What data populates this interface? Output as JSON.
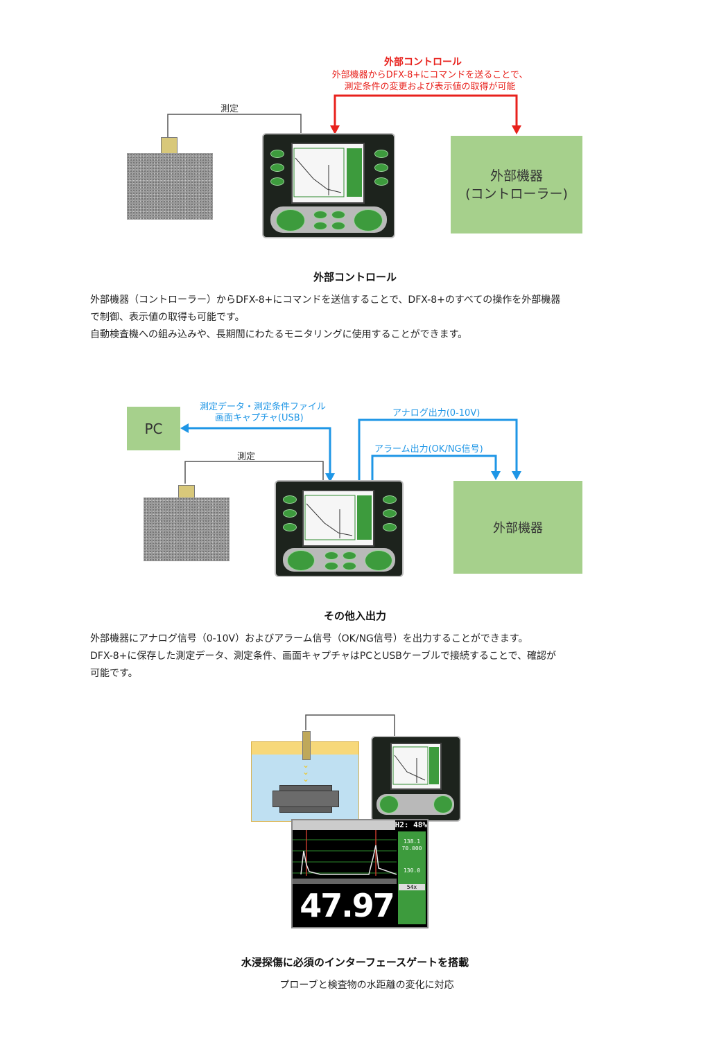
{
  "section1": {
    "diagram": {
      "measure_label": "測定",
      "control_title": "外部コントロール",
      "control_desc_line1": "外部機器からDFX-8+にコマンドを送ることで、",
      "control_desc_line2": "測定条件の変更および表示値の取得が可能",
      "box_line1": "外部機器",
      "box_line2": "(コントローラー)"
    },
    "caption": "外部コントロール",
    "paragraph": [
      "外部機器（コントローラー）からDFX-8+にコマンドを送信することで、DFX-8+のすべての操作を外部機器",
      "で制御、表示値の取得も可能です。",
      "自動検査機への組み込みや、長期間にわたるモニタリングに使用することができます。"
    ]
  },
  "section2": {
    "diagram": {
      "pc_label": "PC",
      "pc_desc_line1": "測定データ・測定条件ファイル",
      "pc_desc_line2": "画面キャプチャ(USB)",
      "analog_label": "アナログ出力(0-10V)",
      "alarm_label": "アラーム出力(OK/NG信号)",
      "measure_label": "測定",
      "box_label": "外部機器"
    },
    "caption": "その他入出力",
    "paragraph": [
      "外部機器にアナログ信号（0-10V）およびアラーム信号（OK/NG信号）を出力することができます。",
      "DFX-8+に保存した測定データ、測定条件、画面キャプチャはPCとUSBケーブルで接続することで、確認が",
      "可能です。"
    ]
  },
  "section3": {
    "screen": {
      "gate_header": "H2: 48%",
      "value": "47.97",
      "side_values": [
        "138.1",
        "70.000",
        "130.0",
        "54x"
      ]
    },
    "caption": "水浸探傷に必須のインターフェースゲートを搭載",
    "subcaption": "プローブと検査物の水距離の変化に対応"
  },
  "colors": {
    "red": "#e8211c",
    "blue": "#1e96e6",
    "green_box": "#a6d08c",
    "water": "#bfe0f2",
    "sand": "#f7d87a"
  }
}
